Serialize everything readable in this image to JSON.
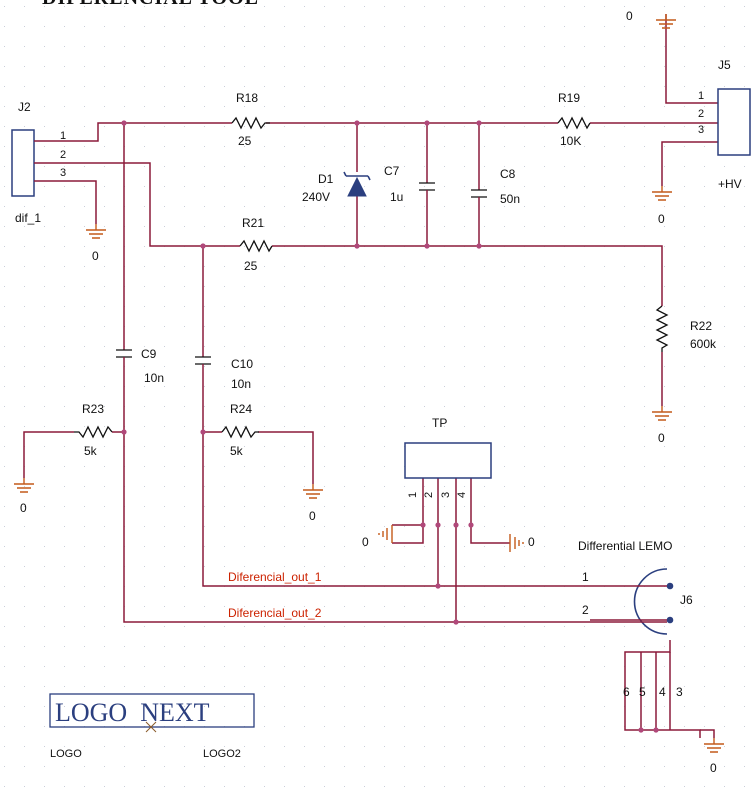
{
  "title_partial": "DIFERENCIAL TOOL",
  "colors": {
    "wire": "#8b1a3a",
    "component": "#111111",
    "ground": "#c45a1a",
    "net_label": "#cc2200",
    "part_box": "#2b3f7f",
    "junction": "#b0487a",
    "grid": "#c9ced9"
  },
  "connectors": {
    "j2": {
      "ref": "J2",
      "value": "dif_1",
      "pins": [
        "1",
        "2",
        "3"
      ]
    },
    "j5": {
      "ref": "J5",
      "value": "+HV",
      "pins": [
        "1",
        "2",
        "3"
      ]
    },
    "j6": {
      "ref": "J6",
      "value": "Differential LEMO",
      "pins": [
        "1",
        "2"
      ],
      "shield_pins": [
        "6",
        "5",
        "4",
        "3"
      ]
    },
    "tp": {
      "ref": "TP",
      "pins": [
        "1",
        "2",
        "3",
        "4"
      ]
    }
  },
  "resistors": {
    "r18": {
      "ref": "R18",
      "value": "25"
    },
    "r19": {
      "ref": "R19",
      "value": "10K"
    },
    "r21": {
      "ref": "R21",
      "value": "25"
    },
    "r22": {
      "ref": "R22",
      "value": "600k"
    },
    "r23": {
      "ref": "R23",
      "value": "5k"
    },
    "r24": {
      "ref": "R24",
      "value": "5k"
    }
  },
  "capacitors": {
    "c7": {
      "ref": "C7",
      "value": "1u"
    },
    "c8": {
      "ref": "C8",
      "value": "50n"
    },
    "c9": {
      "ref": "C9",
      "value": "10n"
    },
    "c10": {
      "ref": "C10",
      "value": "10n"
    }
  },
  "diodes": {
    "d1": {
      "ref": "D1",
      "value": "240V"
    }
  },
  "grounds": {
    "label": "0"
  },
  "net_labels": {
    "out1": "Diferencial_out_1",
    "out2": "Diferencial_out_2"
  },
  "logos": {
    "logo_text": "LOGO  NEXT",
    "logo": "LOGO",
    "logo2": "LOGO2"
  }
}
